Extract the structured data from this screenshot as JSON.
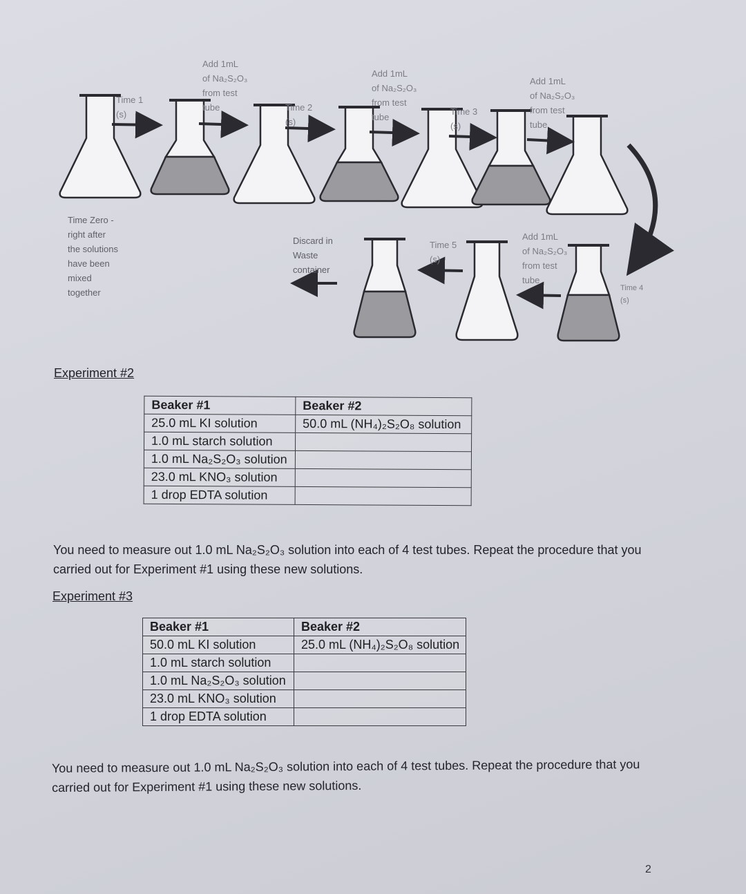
{
  "diagram": {
    "labels": [
      {
        "id": "time1",
        "text": "Time 1\n(s)"
      },
      {
        "id": "add1",
        "text": "Add 1mL\nof Na₂S₂O₃\nfrom test\ntube"
      },
      {
        "id": "time2",
        "text": "Time 2\n(s)"
      },
      {
        "id": "add2",
        "text": "Add 1mL\nof Na₂S₂O₃\nfrom test\ntube"
      },
      {
        "id": "time3",
        "text": "Time 3\n(s)"
      },
      {
        "id": "add3",
        "text": "Add 1mL\nof Na₂S₂O₃\nfrom test\ntube"
      },
      {
        "id": "time_zero",
        "text": "Time Zero -\nright after\nthe solutions\nhave been\nmixed\ntogether"
      },
      {
        "id": "discard",
        "text": "Discard in\nWaste\ncontainer"
      },
      {
        "id": "time5",
        "text": "Time 5\n(s)"
      },
      {
        "id": "add4",
        "text": "Add 1mL\nof Na₂S₂O₃\nfrom test\ntube"
      },
      {
        "id": "time4",
        "text": "Time 4\n(s)"
      }
    ]
  },
  "experiment2": {
    "heading": "Experiment #2",
    "beaker1_header": "Beaker #1",
    "beaker2_header": "Beaker #2",
    "beaker1": [
      "25.0 mL KI solution",
      "1.0 mL starch solution",
      "1.0 mL Na₂S₂O₃ solution",
      "23.0 mL KNO₃ solution",
      "1 drop EDTA solution"
    ],
    "beaker2": [
      "50.0 mL (NH₄)₂S₂O₈ solution",
      "",
      "",
      "",
      ""
    ],
    "instructions": "You need to measure out 1.0 mL Na₂S₂O₃ solution into each of 4 test tubes. Repeat the procedure that you carried out for Experiment #1 using these new solutions."
  },
  "experiment3": {
    "heading": "Experiment #3",
    "beaker1_header": "Beaker #1",
    "beaker2_header": "Beaker #2",
    "beaker1": [
      "50.0 mL KI solution",
      "1.0 mL starch solution",
      "1.0 mL Na₂S₂O₃ solution",
      "23.0 mL KNO₃ solution",
      "1 drop EDTA solution"
    ],
    "beaker2": [
      "25.0 mL (NH₄)₂S₂O₈ solution",
      "",
      "",
      "",
      ""
    ],
    "instructions": "You need to measure out 1.0 mL Na₂S₂O₃ solution into each of 4 test tubes. Repeat the procedure that you carried out for Experiment #1 using these new solutions."
  },
  "page_number": "2"
}
